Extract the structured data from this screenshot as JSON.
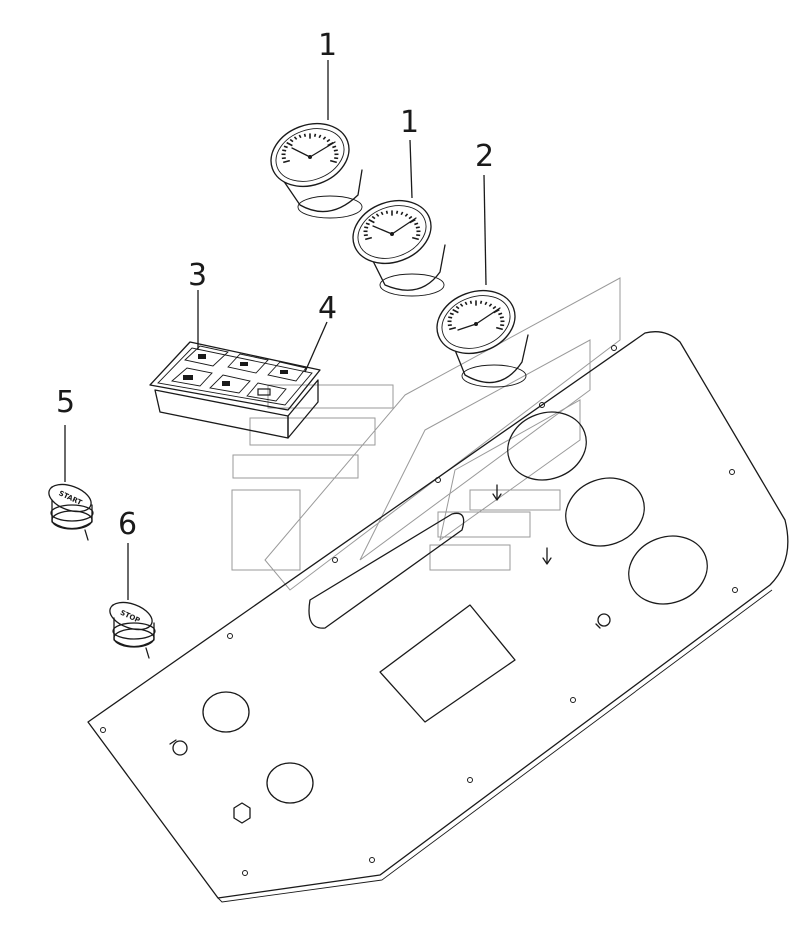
{
  "callouts": [
    {
      "label": "1"
    },
    {
      "label": "1"
    },
    {
      "label": "2"
    },
    {
      "label": "3"
    },
    {
      "label": "4"
    },
    {
      "label": "5"
    },
    {
      "label": "6"
    }
  ],
  "switch_labels": {
    "start": "START",
    "stop": "STOP"
  }
}
